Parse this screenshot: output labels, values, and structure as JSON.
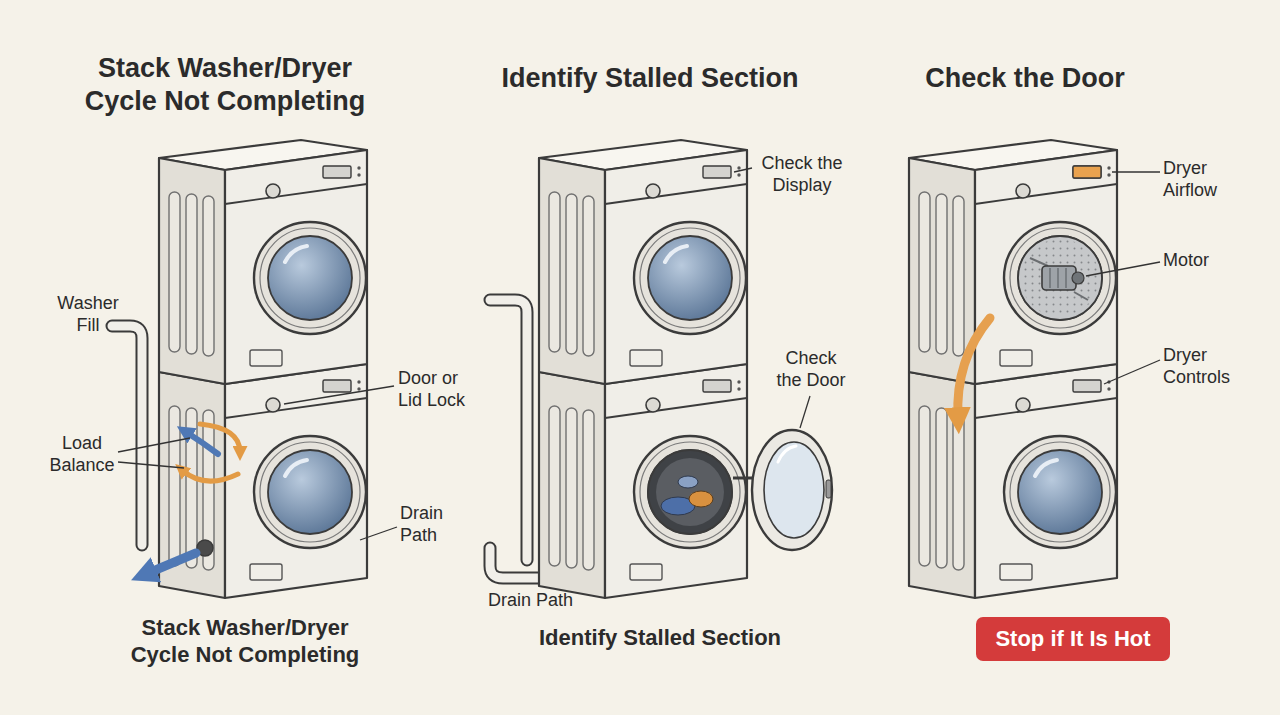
{
  "diagram": {
    "nodes": [
      {
        "text": [
          "Stop if It Is Hot"
        ]
      }
    ],
    "labels": [
      "Stack Washer/Dryer Cycle Not Completing",
      "Washer Fill",
      "Door or Lid Lock",
      "Load Balance",
      "Drain Path",
      "Stack Washer/Dryer Cycle Not Completing",
      "Identify Stalled Section",
      "Check the Display",
      "Check the Door",
      "Drain Path",
      "Identify Stalled Section",
      "Check the Door",
      "Dryer Airflow",
      "Motor",
      "Dryer Controls"
    ]
  }
}
